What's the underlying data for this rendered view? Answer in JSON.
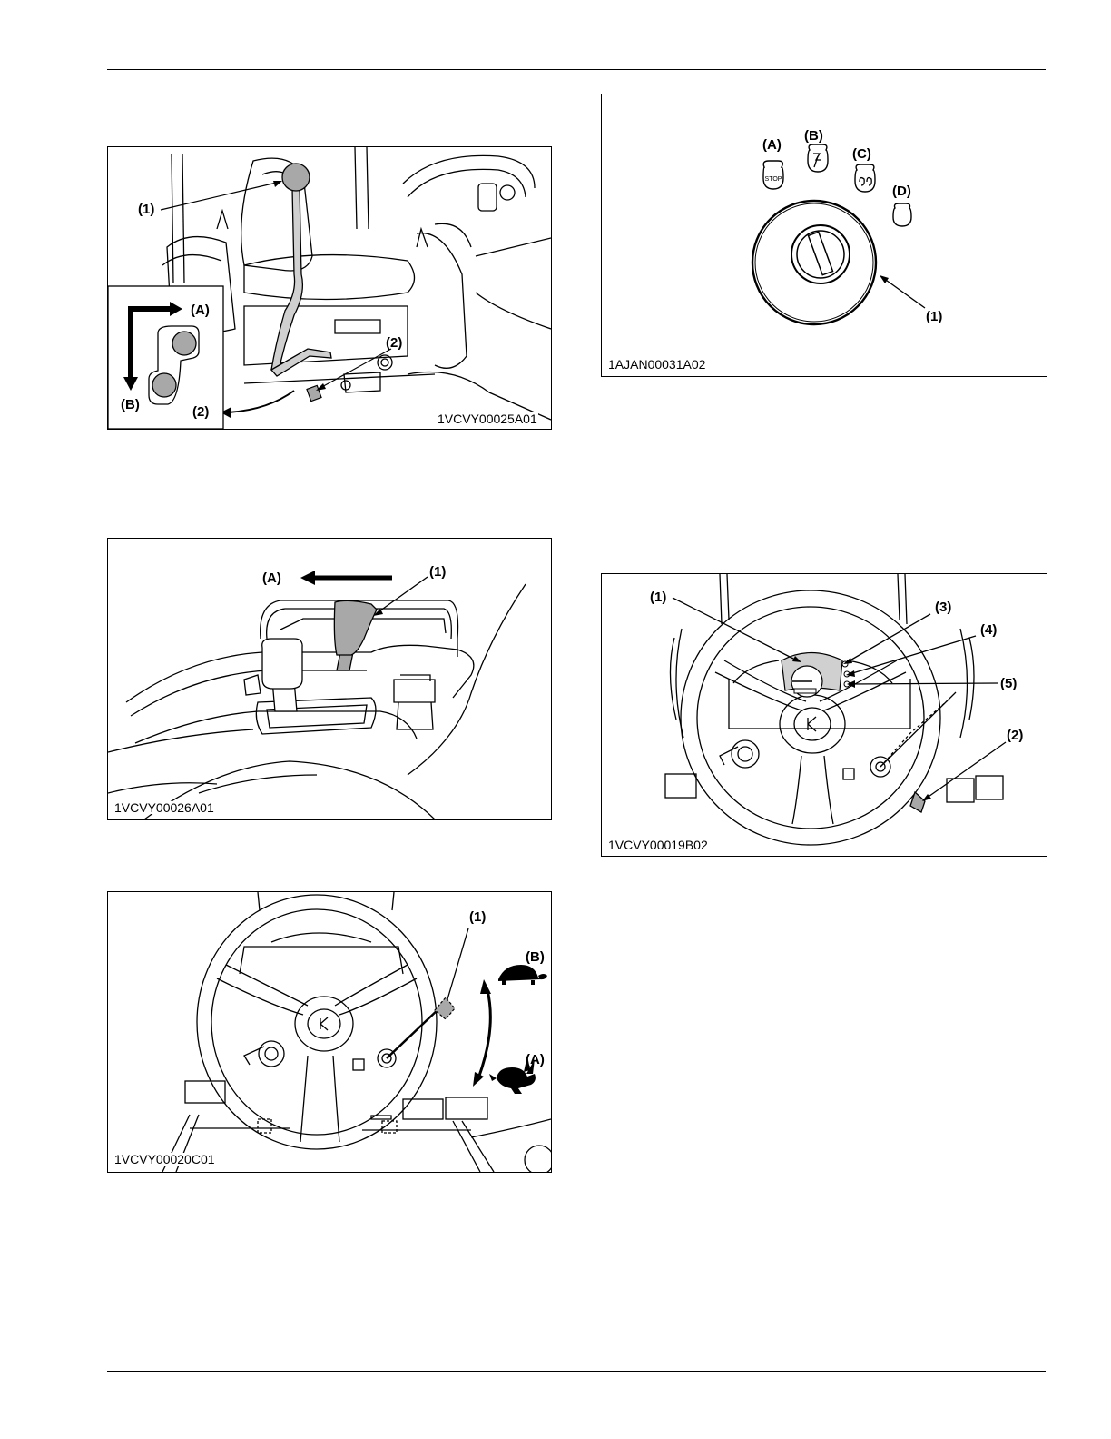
{
  "figures": [
    {
      "id": "fig-range-lever",
      "code": "1VCVY00025A01",
      "labels": {
        "lever": "(1)",
        "button": "(2)",
        "inset_button": "(2)",
        "inset_a": "(A)",
        "inset_b": "(B)"
      }
    },
    {
      "id": "fig-key-switch",
      "code": "1AJAN00031A02",
      "labels": {
        "a": "(A)",
        "b": "(B)",
        "c": "(C)",
        "d": "(D)",
        "switch": "(1)",
        "stop_text": "STOP"
      }
    },
    {
      "id": "fig-parking-lever",
      "code": "1VCVY00026A01",
      "labels": {
        "direction": "(A)",
        "lever": "(1)"
      }
    },
    {
      "id": "fig-dash-panel",
      "code": "1VCVY00019B02",
      "labels": {
        "l1": "(1)",
        "l2": "(2)",
        "l3": "(3)",
        "l4": "(4)",
        "l5": "(5)"
      }
    },
    {
      "id": "fig-throttle",
      "code": "1VCVY00020C01",
      "labels": {
        "lever": "(1)",
        "slow": "(B)",
        "fast": "(A)"
      }
    }
  ],
  "colors": {
    "line": "#000000",
    "shade": "#a8a8a8",
    "light_shade": "#d0d0d0"
  },
  "icons": {
    "slow": "turtle-icon",
    "fast": "rabbit-icon"
  }
}
